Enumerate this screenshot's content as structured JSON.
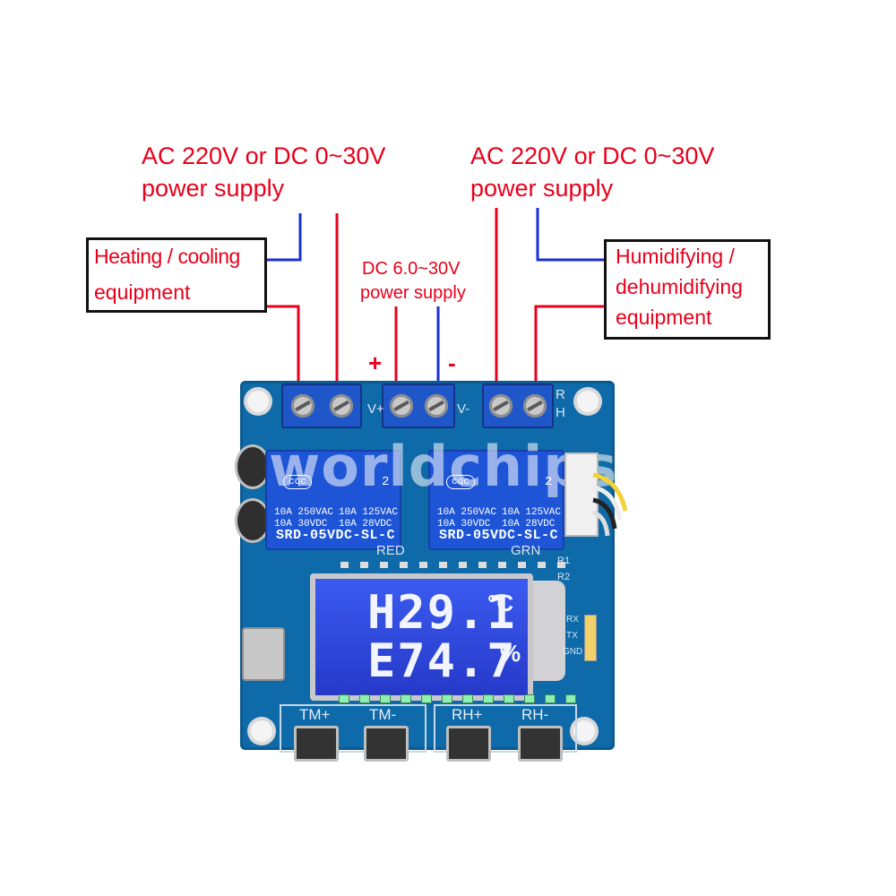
{
  "labels": {
    "left_supply_line1": "AC 220V or DC 0~30V",
    "left_supply_line2": "power supply",
    "right_supply_line1": "AC 220V or DC 0~30V",
    "right_supply_line2": "power supply",
    "dc_supply_line1": "DC 6.0~30V",
    "dc_supply_line2": "power supply",
    "plus": "+",
    "minus": "-",
    "heat_box_line1": "Heating / cooling",
    "heat_box_line2": "equipment",
    "humid_box_line1": "Humidifying /",
    "humid_box_line2": "dehumidifying",
    "humid_box_line3": "equipment"
  },
  "board": {
    "watermark": "worldchips",
    "silk_v_plus": "V+",
    "silk_v_minus": "V-",
    "silk_red": "RED",
    "silk_grn": "GRN",
    "silk_r": "R",
    "silk_h": "H",
    "silk_r1": "R1",
    "silk_r2": "R2",
    "silk_rx": "RX",
    "silk_tx": "TX",
    "silk_gnd": "GND",
    "relay": {
      "cert": "cqc",
      "mark": "2",
      "spec_left_1": "10A 250VAC",
      "spec_left_2": "10A 30VDC",
      "spec_right_1": "10A 125VAC",
      "spec_right_2": "10A 28VDC",
      "model": "SRD-05VDC-SL-C"
    },
    "lcd": {
      "row1_value": "H29.1",
      "row1_unit": "°C",
      "row2_value": "E74.7",
      "row2_unit": "%"
    },
    "buttons": {
      "tm_plus": "TM+",
      "tm_minus": "TM-",
      "rh_plus": "RH+",
      "rh_minus": "RH-"
    }
  },
  "colors": {
    "label_red": "#e8001b",
    "wire_blue": "#1a2fd8",
    "wire_red": "#e8001b",
    "board_blue": "#0e6aa8",
    "lcd_blue": "#2d49e0"
  }
}
